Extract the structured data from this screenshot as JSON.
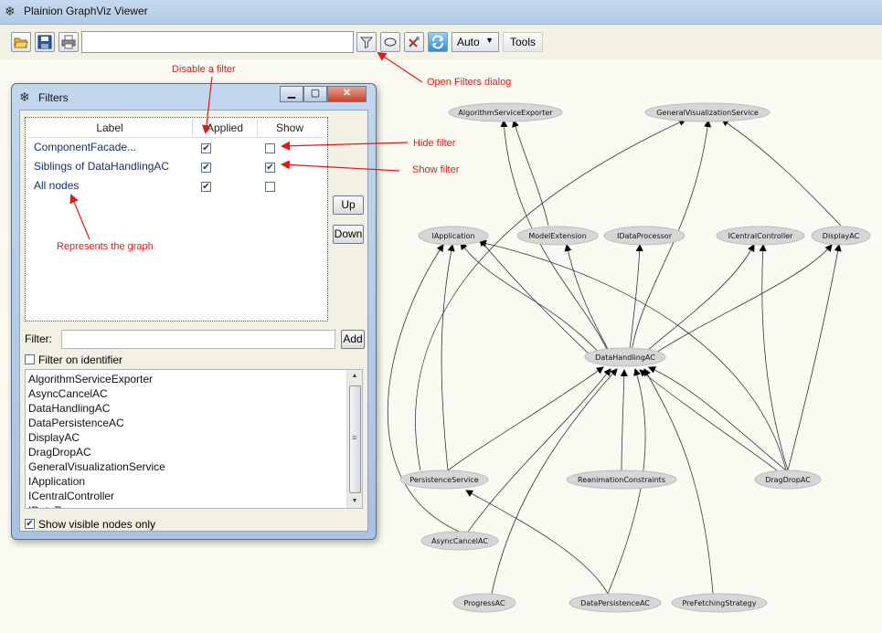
{
  "window": {
    "title": "Plainion GraphViz Viewer",
    "icon": "snowflake-icon"
  },
  "toolbar": {
    "search_value": "",
    "layout_mode": "Auto",
    "tools_label": "Tools",
    "icons": [
      "open-folder-icon",
      "save-icon",
      "print-icon",
      "filter-funnel-icon",
      "ellipse-icon",
      "tools-icon",
      "refresh-icon"
    ]
  },
  "filters_dialog": {
    "title": "Filters",
    "columns": {
      "label": "Label",
      "applied": "Applied",
      "show": "Show"
    },
    "rows": [
      {
        "label": "ComponentFacade...",
        "applied": true,
        "show": false
      },
      {
        "label": "Siblings of DataHandlingAC",
        "applied": true,
        "show": true
      },
      {
        "label": "All nodes",
        "applied": true,
        "show": false
      }
    ],
    "up_label": "Up",
    "down_label": "Down",
    "filter_label": "Filter:",
    "filter_value": "",
    "add_label": "Add",
    "filter_on_identifier": {
      "label": "Filter on identifier",
      "checked": false
    },
    "nodes": [
      "AlgorithmServiceExporter",
      "AsyncCancelAC",
      "DataHandlingAC",
      "DataPersistenceAC",
      "DisplayAC",
      "DragDropAC",
      "GeneralVisualizationService",
      "IApplication",
      "ICentralController",
      "IDataProcessor"
    ],
    "show_visible_only": {
      "label": "Show visible nodes only",
      "checked": true
    }
  },
  "annotations": {
    "disable_filter": "Disable a filter",
    "open_filters": "Open Filters dialog",
    "hide_filter": "Hide filter",
    "show_filter": "Show filter",
    "represents_graph": "Represents the graph"
  },
  "graph": {
    "nodes": [
      {
        "id": "ase",
        "label": "AlgorithmServiceExporter"
      },
      {
        "id": "gvs",
        "label": "GeneralVisualizationService"
      },
      {
        "id": "iapp",
        "label": "IApplication"
      },
      {
        "id": "me",
        "label": "ModelExtension"
      },
      {
        "id": "idp",
        "label": "IDataProcessor"
      },
      {
        "id": "icc",
        "label": "ICentralController"
      },
      {
        "id": "disp",
        "label": "DisplayAC"
      },
      {
        "id": "dh",
        "label": "DataHandlingAC"
      },
      {
        "id": "ps",
        "label": "PersistenceService"
      },
      {
        "id": "rc",
        "label": "ReanimationConstraints"
      },
      {
        "id": "dd",
        "label": "DragDropAC"
      },
      {
        "id": "ac",
        "label": "AsyncCancelAC"
      },
      {
        "id": "prog",
        "label": "ProgressAC"
      },
      {
        "id": "dp",
        "label": "DataPersistenceAC"
      },
      {
        "id": "pf",
        "label": "PreFetchingStrategy"
      }
    ]
  }
}
